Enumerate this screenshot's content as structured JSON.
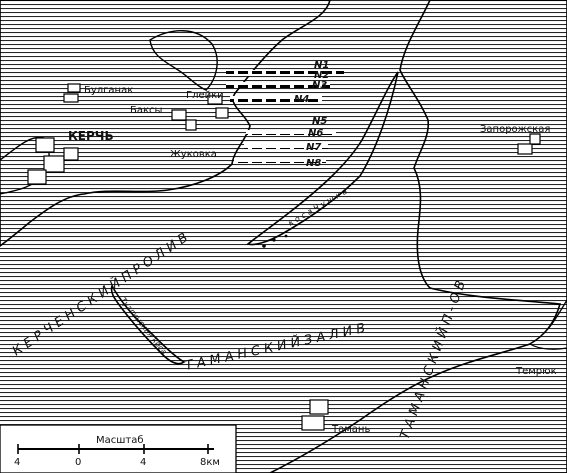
{
  "settlements": {
    "bulganak": "Булганак",
    "baksy": "Баксы",
    "gleyki": "Глейки",
    "kerch": "КЕРЧЬ",
    "zhukovka": "Жуковка",
    "zaporozhskaya": "Запорожская",
    "temryuk": "Темрюк",
    "taman": "Тамань"
  },
  "water_labels": {
    "kerch_strait": "К Е Р Ч Е Н С К И Й   П Р О Л И В",
    "taman_bay": "Т А М А Н С К И Й   З А Л И В",
    "chushka_spit": "к о с а   Ч у ш к а",
    "tuzla_spit": "Тузлинская коса"
  },
  "land_labels": {
    "taman_peninsula": "Т А М А Н С К И Й   П - О В"
  },
  "sites": [
    "N1",
    "N2",
    "N3",
    "N4",
    "N5",
    "N6",
    "N7",
    "N8"
  ],
  "scale": {
    "title": "Масштаб",
    "ticks": [
      "4",
      "0",
      "4",
      "8км"
    ]
  },
  "colors": {
    "ink": "#000000",
    "paper": "#ffffff"
  }
}
